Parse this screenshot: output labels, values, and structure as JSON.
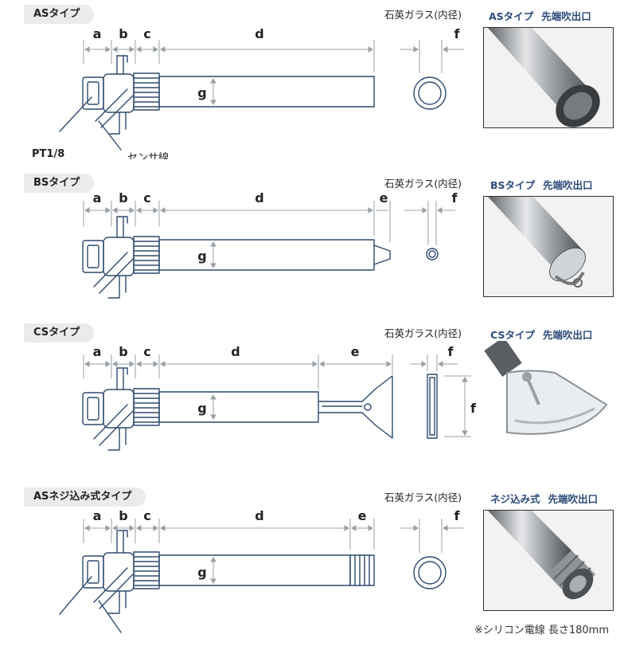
{
  "sections": [
    {
      "tab_label": "ASタイプ",
      "glass_label": "石英ガラス(内径)",
      "dims": {
        "a": "a",
        "b": "b",
        "c": "c",
        "d": "d",
        "e": "",
        "f": "f",
        "g": "g"
      },
      "callouts": {
        "port": "PT1/8",
        "sensor": "センサ線"
      },
      "photo_caption": {
        "model": "ASタイプ",
        "desc": "先端吹出口"
      }
    },
    {
      "tab_label": "BSタイプ",
      "glass_label": "石英ガラス(内径)",
      "dims": {
        "a": "a",
        "b": "b",
        "c": "c",
        "d": "d",
        "e": "e",
        "f": "f",
        "g": "g"
      },
      "photo_caption": {
        "model": "BSタイプ",
        "desc": "先端吹出口"
      }
    },
    {
      "tab_label": "CSタイプ",
      "glass_label": "石英ガラス(内径)",
      "dims": {
        "a": "a",
        "b": "b",
        "c": "c",
        "d": "d",
        "e": "e",
        "f": "f",
        "f2": "f",
        "g": "g"
      },
      "photo_caption": {
        "model": "CSタイプ",
        "desc": "先端吹出口"
      }
    },
    {
      "tab_label": "ASネジ込み式タイプ",
      "glass_label": "石英ガラス(内径)",
      "dims": {
        "a": "a",
        "b": "b",
        "c": "c",
        "d": "d",
        "e": "e",
        "f": "f",
        "g": "g"
      },
      "photo_caption": {
        "model": "ネジ込み式",
        "desc": "先端吹出口"
      }
    }
  ],
  "footnote": "※シリコン電線 長さ180mm",
  "colors": {
    "outline": "#2e4a6e",
    "dim": "#9aa0a6",
    "caption": "#2b4a7a",
    "tab": "#ebebeb"
  }
}
